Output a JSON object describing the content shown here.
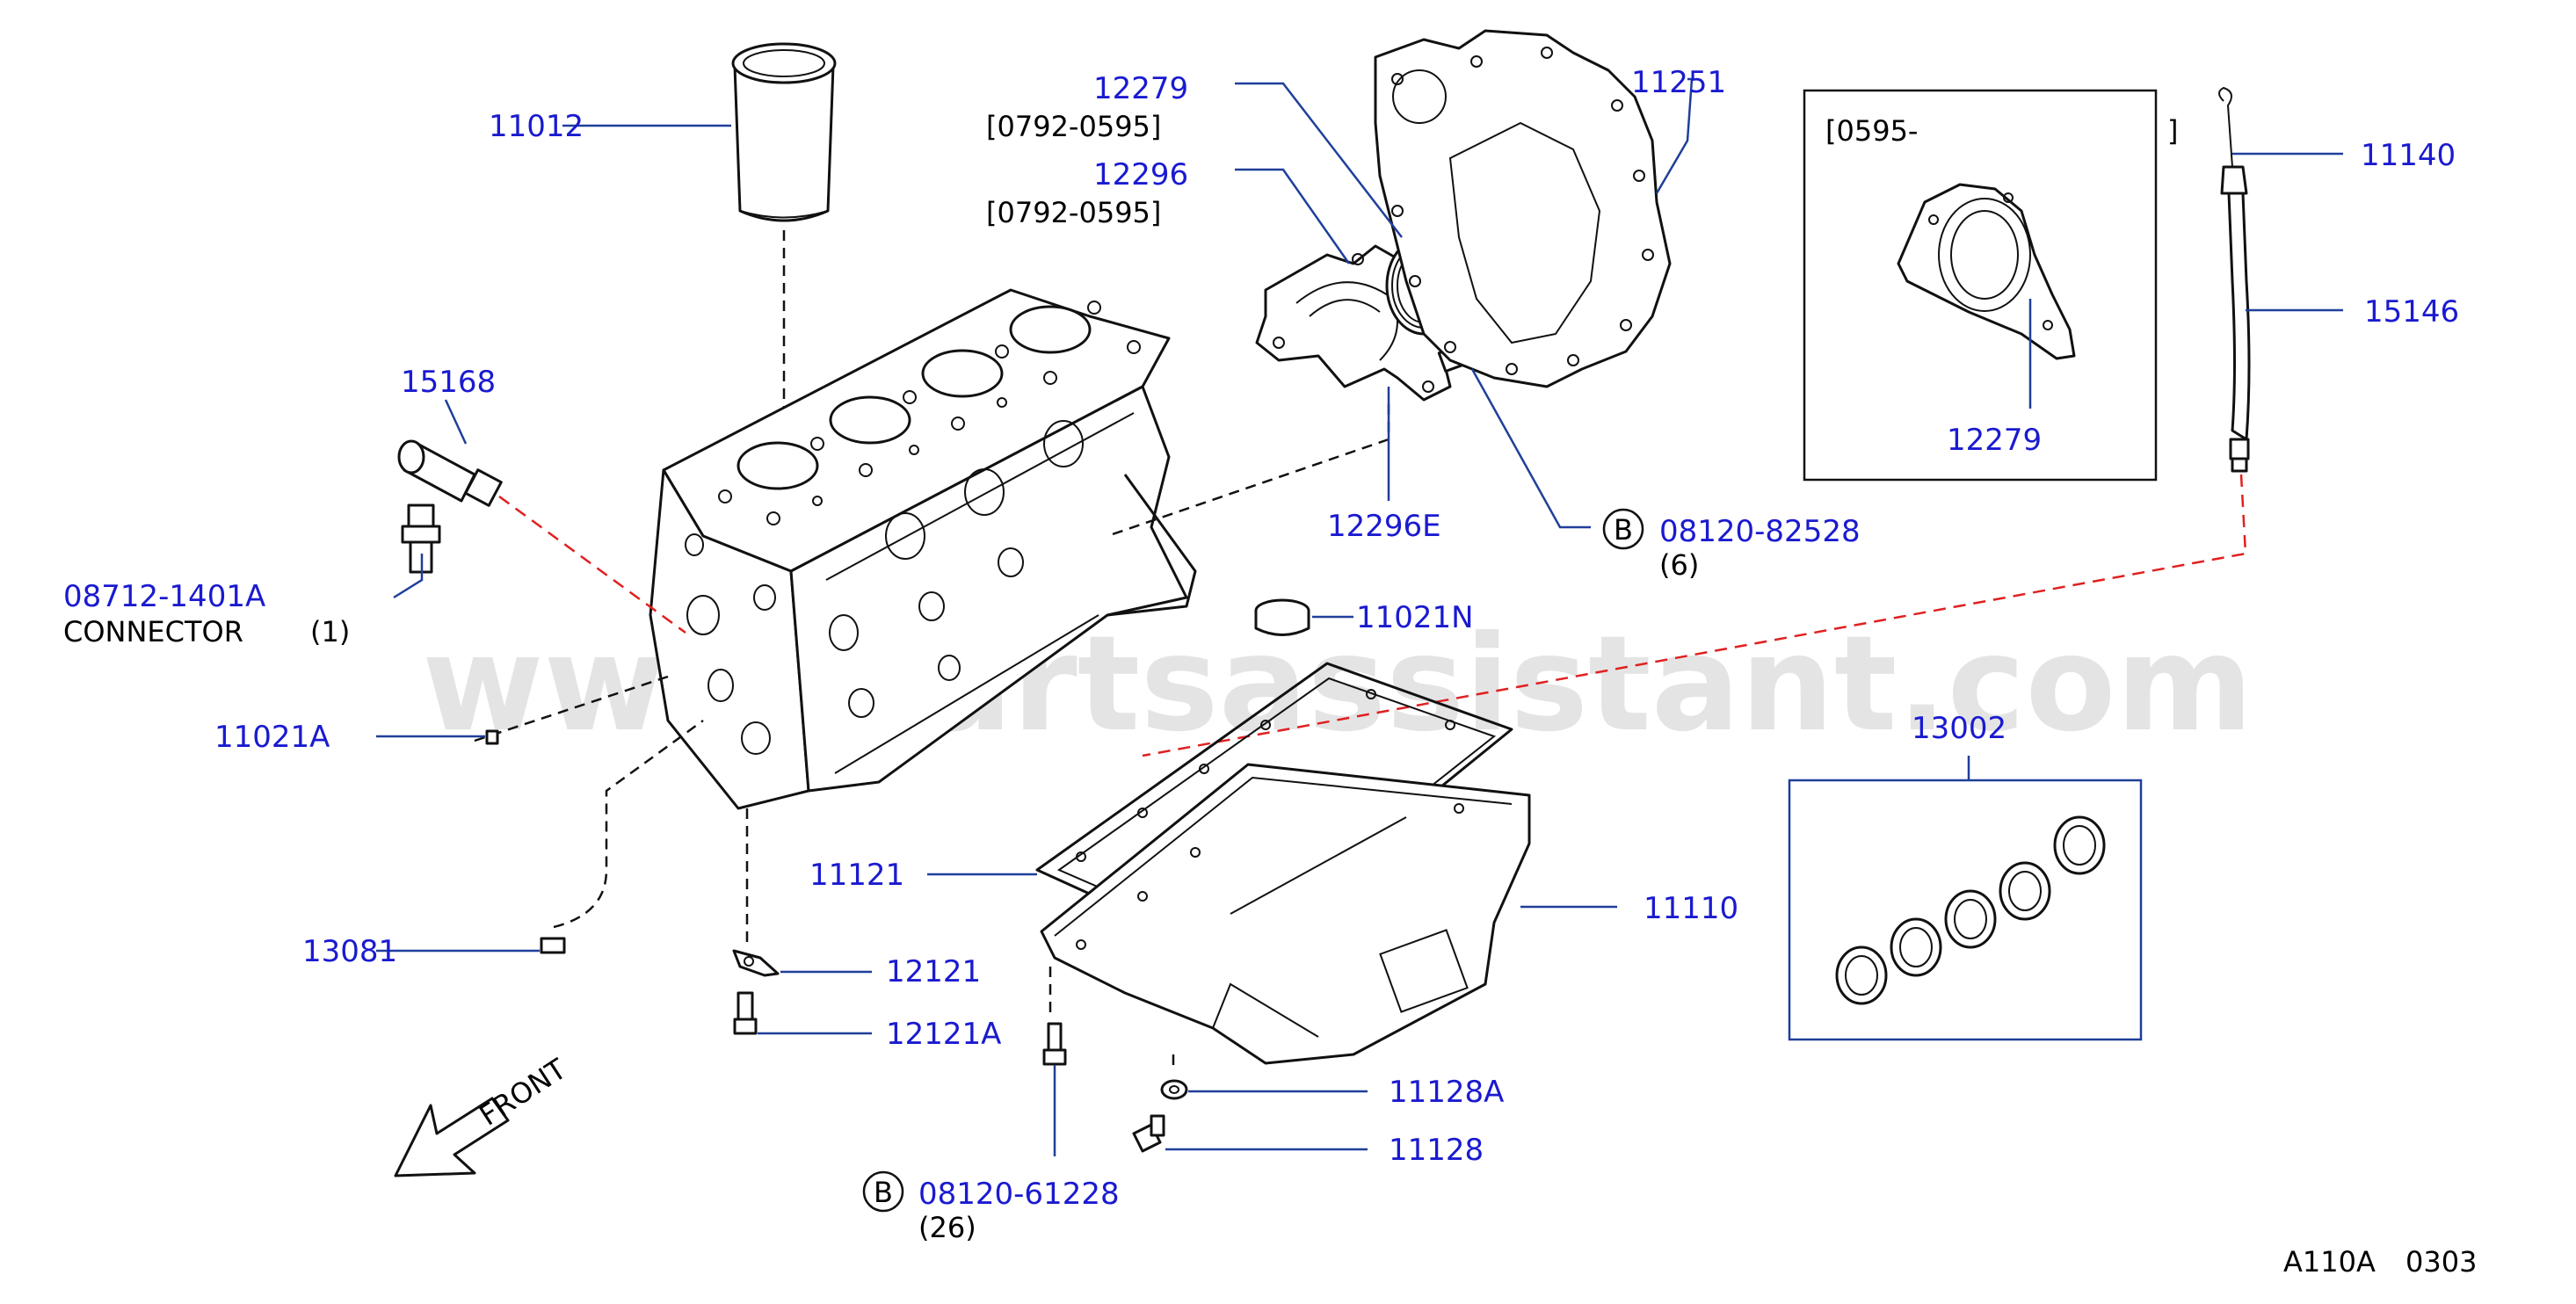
{
  "watermark": "www.partsassistant.com",
  "diagram_code": "A110A",
  "diagram_version": "0303",
  "front_label": "FRONT",
  "parts": {
    "p11012": "11012",
    "p12279_top": "12279",
    "p12279_top_range": "[0792-0595]",
    "p12296": "12296",
    "p12296_range": "[0792-0595]",
    "p11251": "11251",
    "p11140": "11140",
    "p15146": "15146",
    "p15168": "15168",
    "p12296E": "12296E",
    "bolt_b1_code": "08120-82528",
    "bolt_b1_qty": "(6)",
    "b_marker": "B",
    "connector_code": "08712-1401A",
    "connector_text": "CONNECTOR",
    "connector_qty": "(1)",
    "p11021N": "11021N",
    "p11021A": "11021A",
    "p13002": "13002",
    "p11121": "11121",
    "p11110": "11110",
    "p13081": "13081",
    "p12121": "12121",
    "p12121A": "12121A",
    "p11128A": "11128A",
    "p11128": "11128",
    "bolt_b2_code": "08120-61228",
    "bolt_b2_qty": "(26)",
    "inset_range_open": "[0595-",
    "inset_range_close": "]",
    "inset_part": "12279"
  },
  "colors": {
    "label_blue": "#1a1ad0",
    "leader_blue": "#1f3f9a",
    "red_dash": "#e02020",
    "ink": "#111111",
    "watermark_gray": "#d9d9d9"
  }
}
